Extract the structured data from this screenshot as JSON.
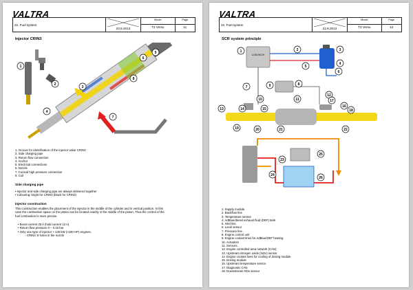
{
  "left": {
    "logo": "VALTRA",
    "header": {
      "title": "22. Fuel system",
      "date": "22.8.2013",
      "model_label": "Model",
      "model": "T3 Versu",
      "page_label": "Page",
      "page": "11"
    },
    "section_title": "Injector CRIN3",
    "callouts": [
      "1",
      "2",
      "3",
      "4",
      "5",
      "6",
      "7",
      "8"
    ],
    "items": [
      "1.   Groove for identification of the injector valve CRIN3",
      "2.   Side charging pipe",
      "3.   Return flow connection",
      "4.   Anchor",
      "5.   Electrical connections",
      "6.   Nozzle",
      "7.   Conical high pressure connection",
      "8.   Coil"
    ],
    "side_heading": "Side charging pipe",
    "side_bullets": [
      "•   Injector and side charging pipe are always delivered together",
      "•   Colouring: bright for CRIN3 (black for CRIN2)"
    ],
    "construction_heading": "Injector construction",
    "construction_text": [
      "This construction enables the placement of the injector in the middle of the cylinder and in vertical position. In this",
      "case the combustion space on the piston can be located exactly in the middle of the piston. Thus the control of the",
      "fuel combustion is more precise."
    ],
    "spec_bullets": [
      "•   Boost current 25 A (hold current 12 A)",
      "•   Return flow pressure 0 – 0.15 bar",
      "•   Only one type of injector > 130 kW (>180 HP) engines."
    ],
    "sub_bullet": "◦   CRIN3: 8 holes in the nozzle"
  },
  "right": {
    "logo": "VALTRA",
    "header": {
      "title": "22. Fuel system",
      "date": "22.8.2013",
      "model_label": "Model",
      "model": "T3 Versu",
      "page_label": "Page",
      "page": "12"
    },
    "section_title": "SCR system principle",
    "module_label": "U-BOSCH",
    "callouts": [
      "1",
      "2",
      "3",
      "4",
      "5",
      "6",
      "7",
      "8",
      "9",
      "10",
      "11",
      "12",
      "13",
      "14",
      "15",
      "16",
      "17",
      "18",
      "19",
      "20",
      "21",
      "22",
      "23",
      "24",
      "25",
      "26"
    ],
    "items": [
      "1.   Supply module",
      "2.   Backflow line",
      "3.   Temperature sensor",
      "4.   AdBlue/diesel exhaust fluid (DEF) tank",
      "5.   Inlet line",
      "6.   Level sensor",
      "7.   Pressure line",
      "8.   Engine control unit",
      "9.   Engine coolant lines for AdBlue/DEF heating",
      "10.  Actuators",
      "11.  Sensors",
      "12.  Engine controlled area network (CAN)",
      "13.  Upstream nitrogen oxide (NOx) sensor",
      "14.  Engine coolant lines for cooling of dosing module",
      "15.  Dosing module",
      "16.  Upstream temperature sensor",
      "17.  Diagnostic CAN",
      "18.  Downstream NOx sensor"
    ]
  },
  "colors": {
    "yellow": "#f2d400",
    "orange": "#f08a00",
    "red": "#e02020",
    "blue": "#1f5fd0",
    "light_blue": "#9ed3f2",
    "green": "#8acb3c",
    "grey": "#9a9a9a"
  }
}
